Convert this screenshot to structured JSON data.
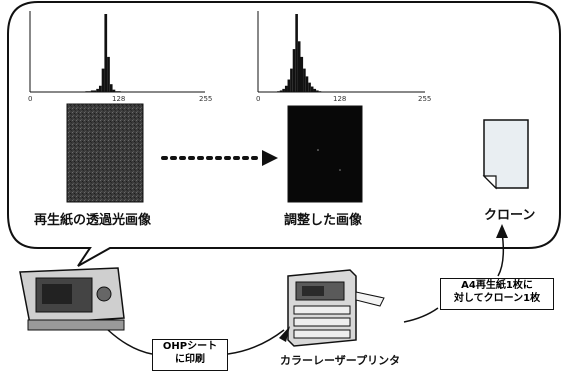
{
  "histogram_left": {
    "ticks": [
      "0",
      "128",
      "255"
    ],
    "bins": [
      0,
      0,
      0,
      0,
      0,
      0,
      0,
      0,
      0,
      0,
      0,
      0,
      0,
      0,
      0,
      0,
      0,
      0,
      0,
      0,
      1,
      1,
      2,
      2,
      4,
      8,
      30,
      100,
      45,
      10,
      3,
      1,
      1,
      0,
      0,
      0,
      0,
      0,
      0,
      0,
      0,
      0,
      0,
      0,
      0,
      0,
      0,
      0,
      0,
      0,
      0,
      0,
      0,
      0,
      0,
      0,
      0,
      0,
      0,
      0,
      0,
      0,
      0,
      0
    ]
  },
  "histogram_right": {
    "ticks": [
      "0",
      "128",
      "255"
    ],
    "bins": [
      0,
      0,
      0,
      0,
      0,
      0,
      0,
      1,
      2,
      4,
      8,
      16,
      30,
      55,
      100,
      65,
      45,
      30,
      20,
      12,
      7,
      4,
      2,
      1,
      0,
      0,
      0,
      0,
      0,
      0,
      0,
      0,
      0,
      0,
      0,
      0,
      0,
      0,
      0,
      0,
      0,
      0,
      0,
      0,
      0,
      0,
      0,
      0,
      0,
      0,
      0,
      0,
      0,
      0,
      0,
      0,
      0,
      0,
      0,
      0,
      0,
      0,
      0,
      0
    ]
  },
  "labels": {
    "source_image": "再生紙の透過光画像",
    "adjusted_image": "調整した画像",
    "clone": "クローン",
    "ohp": [
      "OHPシート",
      "に印刷"
    ],
    "printer": "カラーレーザープリンタ",
    "a4": [
      "A4再生紙1枚に",
      "対してクローン1枚"
    ]
  },
  "colors": {
    "line": "#111111",
    "source_image": "#3b3b3b",
    "adjusted_image": "#080808",
    "paper": "#e9eef2"
  }
}
